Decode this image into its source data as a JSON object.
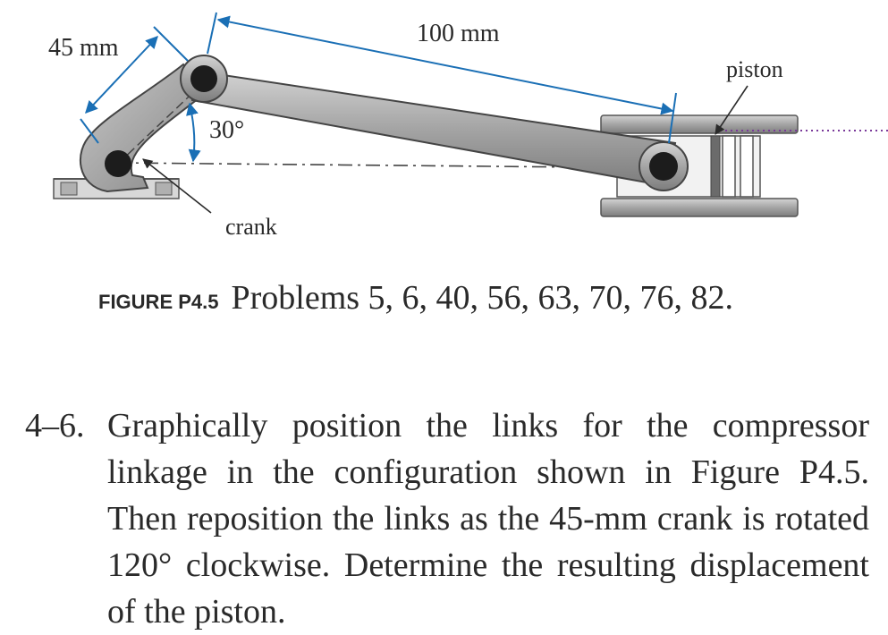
{
  "figure": {
    "dim_crank": "45 mm",
    "dim_rod": "100 mm",
    "angle": "30°",
    "label_piston": "piston",
    "label_crank": "crank"
  },
  "caption": {
    "id": "FIGURE P4.5",
    "text": "Problems 5, 6, 40, 56, 63, 70, 76, 82."
  },
  "problem": {
    "number": "4–6.",
    "text": "Graphically position the links for the compressor linkage in the configuration shown in Figure P4.5. Then reposition the links as the 45-mm crank is rotated 120° clockwise. Determine the resulting displacement of the piston."
  },
  "colors": {
    "dimension": "#1a6fb5",
    "link": "#8c8c8c",
    "pin": "#1c1c1c",
    "trace": "#7a3a9a"
  }
}
